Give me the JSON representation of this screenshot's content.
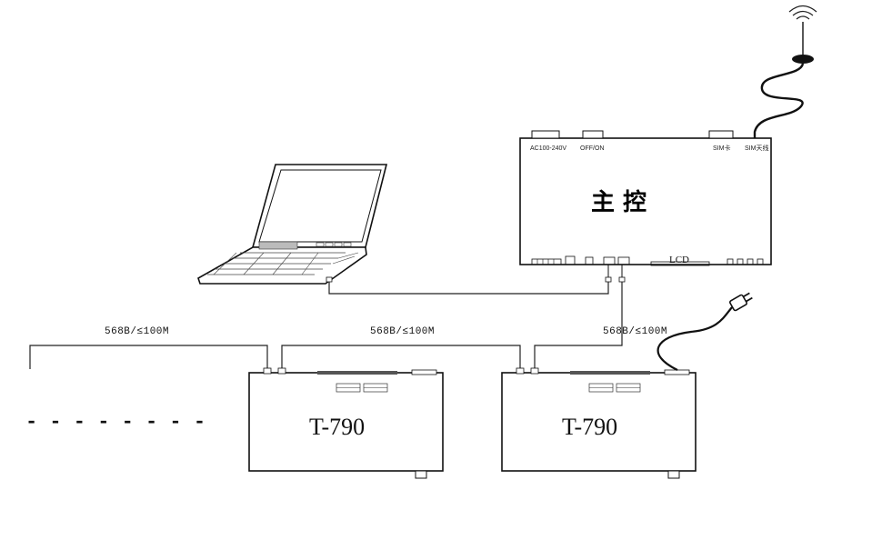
{
  "main_controller": {
    "title": "主  控",
    "power_label": "AC100-240V",
    "switch_label": "OFF/ON",
    "sim_card_label": "SIM卡",
    "sim_antenna_label": "SIM天线",
    "lcd_label": "LCD"
  },
  "cables": [
    {
      "label": "568B/≤100M"
    },
    {
      "label": "568B/≤100M"
    },
    {
      "label": "568B/≤100M"
    }
  ],
  "receivers": [
    {
      "model": "T-790"
    },
    {
      "model": "T-790"
    }
  ],
  "continuation": "- - - - - - - -",
  "icons": [
    "antenna-icon",
    "laptop-icon",
    "power-plug-icon"
  ]
}
